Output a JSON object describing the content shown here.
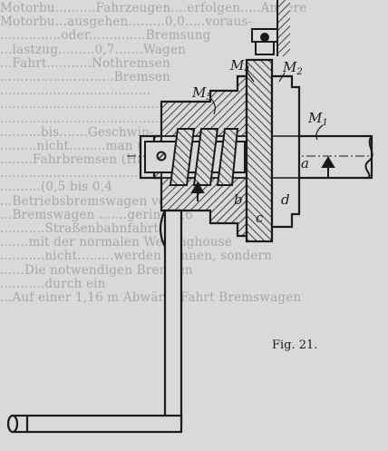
{
  "figure": {
    "caption": "Fig. 21.",
    "labels": {
      "M1": "M",
      "M1_sub": "1",
      "M2": "M",
      "M2_sub": "2",
      "M4": "M",
      "M4_sub": "4",
      "M5": "M",
      "M5_sub": "5",
      "a": "a",
      "b": "b",
      "c": "c",
      "d": "d"
    }
  },
  "background_text": [
    "Motorbu..........Fahrzeugen....erfolgen.....Andere",
    "Motorbu...ausgehen.........0,0.....voraus-",
    "...............oder..............Bremsung",
    "...lastzug.........0,7.......Wagen",
    "...Fahrt...........Nothremsen",
    "............................Bremsen",
    ".....................................",
    "..........................................",
    "..........................................",
    "..........bis.......Geschwin-",
    ".........nicht.........man unter-",
    "........Fahrbremsen (Handhebel) und",
    "..................................",
    "..........(0,5 bis 0,4",
    "...Betriebsbremswagen von",
    "...Bremswagen .......gering 0,6",
    "...........Straßenbahnfahrt",
    ".......mit der normalen Westinghouse",
    "...........nicht.........werden können, sondern",
    "......Die notwendigen Bremsen",
    "...........durch ein",
    "...Auf einer 1,16 m Abwärts-Fahrt Bremswagen"
  ]
}
